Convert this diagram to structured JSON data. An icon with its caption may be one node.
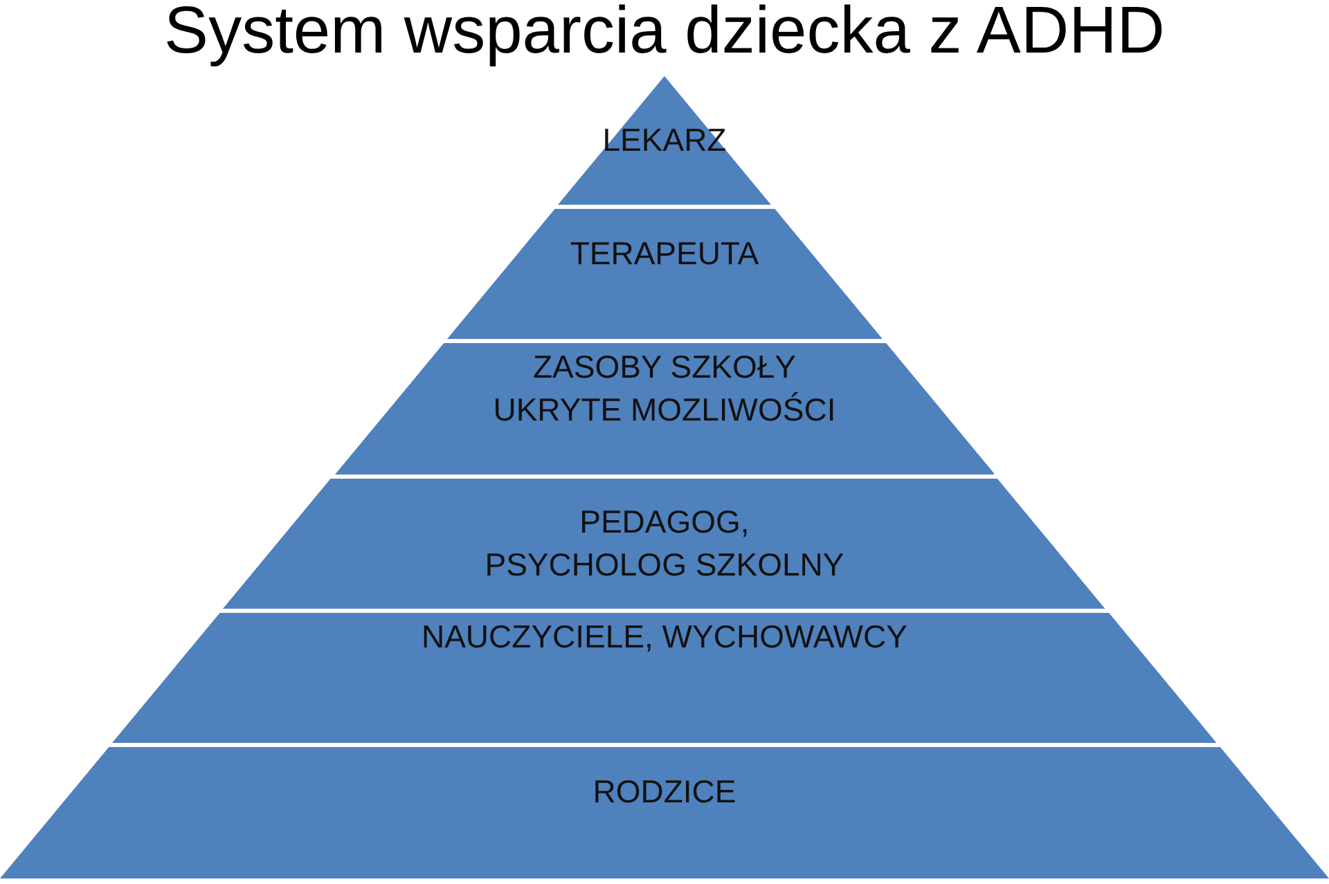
{
  "diagram": {
    "title": "System wsparcia dziecka z ADHD",
    "nodes": [
      {
        "text": [
          "LEKARZ"
        ]
      },
      {
        "text": [
          "TERAPEUTA"
        ]
      },
      {
        "text": [
          "ZASOBY SZKOŁY UKRYTE MOZLIWOŚCI"
        ]
      },
      {
        "text": [
          "PEDAGOG, PSYCHOLOG SZKOLNY"
        ]
      },
      {
        "text": [
          "NAUCZYCIELE, WYCHOWAWCY"
        ]
      },
      {
        "text": [
          "RODZICE"
        ]
      }
    ]
  }
}
